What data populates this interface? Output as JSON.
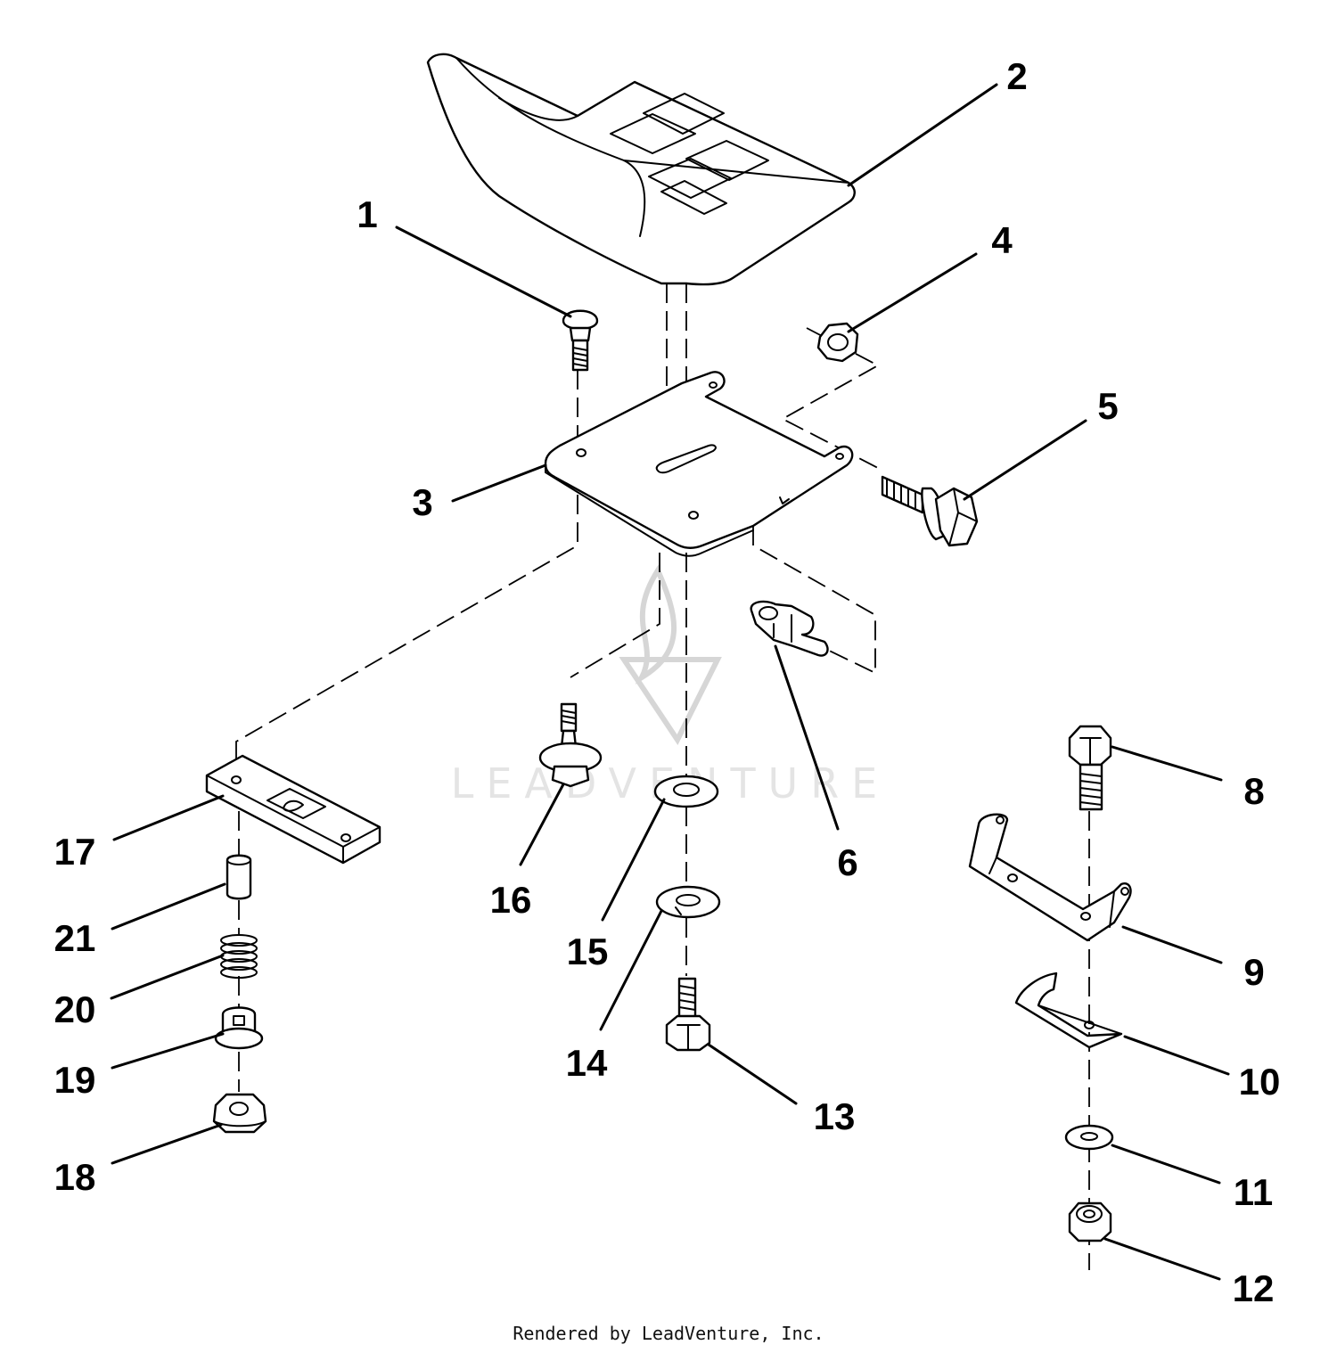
{
  "watermark": {
    "text": "LEADVENTURE"
  },
  "footer": {
    "text": "Rendered by LeadVenture, Inc."
  },
  "callouts": [
    {
      "id": "1",
      "label": "1"
    },
    {
      "id": "2",
      "label": "2"
    },
    {
      "id": "3",
      "label": "3"
    },
    {
      "id": "4",
      "label": "4"
    },
    {
      "id": "5",
      "label": "5"
    },
    {
      "id": "6",
      "label": "6"
    },
    {
      "id": "8",
      "label": "8"
    },
    {
      "id": "9",
      "label": "9"
    },
    {
      "id": "10",
      "label": "10"
    },
    {
      "id": "11",
      "label": "11"
    },
    {
      "id": "12",
      "label": "12"
    },
    {
      "id": "13",
      "label": "13"
    },
    {
      "id": "14",
      "label": "14"
    },
    {
      "id": "15",
      "label": "15"
    },
    {
      "id": "16",
      "label": "16"
    },
    {
      "id": "17",
      "label": "17"
    },
    {
      "id": "18",
      "label": "18"
    },
    {
      "id": "19",
      "label": "19"
    },
    {
      "id": "20",
      "label": "20"
    },
    {
      "id": "21",
      "label": "21"
    }
  ]
}
